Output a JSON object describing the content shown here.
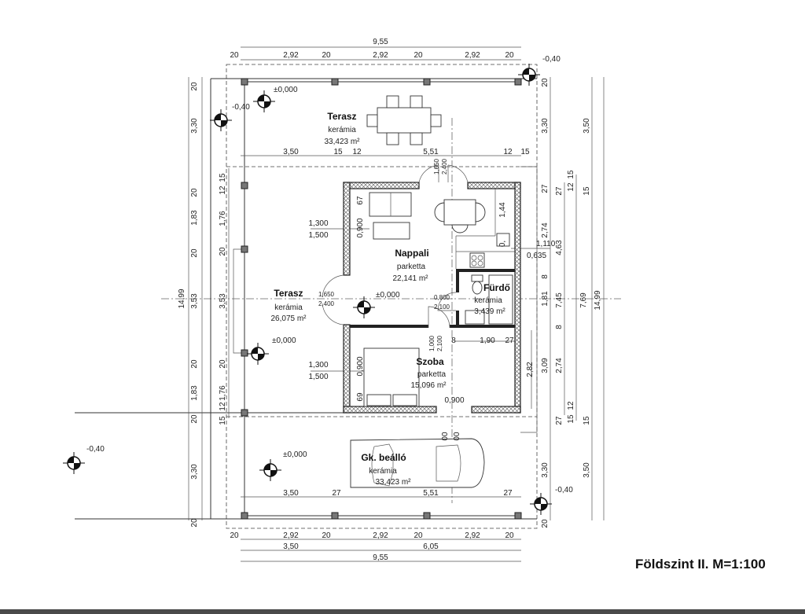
{
  "title": "Földszint II. M=1:100",
  "levels": {
    "zero": "±0,000",
    "minus": "-0,40"
  },
  "rooms": {
    "terasz_top": {
      "name": "Terasz",
      "floor": "kerámia",
      "area": "33,423 m²"
    },
    "terasz_left": {
      "name": "Terasz",
      "floor": "kerámia",
      "area": "26,075 m²"
    },
    "nappali": {
      "name": "Nappali",
      "floor": "parketta",
      "area": "22,141 m²"
    },
    "furdo": {
      "name": "Fürdő",
      "floor": "kerámia",
      "area": "3,439 m²"
    },
    "szoba": {
      "name": "Szoba",
      "floor": "parketta",
      "area": "15,096 m²"
    },
    "carport": {
      "name": "Gk. beálló",
      "floor": "kerámia",
      "area": "33,423 m²"
    }
  },
  "dims": {
    "top": {
      "total": "9,55",
      "chain": [
        "20",
        "2,92",
        "20",
        "2,92",
        "20",
        "2,92",
        "20"
      ],
      "terrace_row": [
        "3,50",
        "15",
        "12",
        "5,51",
        "12",
        "15"
      ]
    },
    "bottom": {
      "chain": [
        "20",
        "2,92",
        "20",
        "2,92",
        "20",
        "2,92",
        "20"
      ],
      "split": [
        "3,50",
        "6,05"
      ],
      "total": "9,55",
      "carport_row": [
        "3,50",
        "27",
        "5,51",
        "27"
      ]
    },
    "left": {
      "total": "14,99",
      "outer_chain": [
        "20",
        "3,30",
        "20",
        "1,83",
        "20",
        "3,53",
        "20",
        "1,83",
        "20",
        "3,30",
        "20"
      ],
      "inner_chain": [
        "15",
        "12",
        "1,76",
        "20",
        "3,53",
        "20",
        "1,76",
        "12",
        "15"
      ]
    },
    "right": {
      "chain_a": [
        "20",
        "3,30",
        "27",
        "2,74",
        "8",
        "1,81",
        "3,09",
        "3,30",
        "20"
      ],
      "chain_b": [
        "27",
        "4,63",
        "7,45",
        "8",
        "2,74",
        "27"
      ],
      "chain_c": [
        "15",
        "12",
        "7,69",
        "12",
        "15"
      ],
      "chain_d": [
        "3,50",
        "15",
        "15",
        "3,50"
      ],
      "total": "14,99"
    },
    "interior": {
      "sofa_depth": "67",
      "window_sill": "0,900",
      "kitchen_len": "1,44",
      "kitchen_small": "0,",
      "sink_h1": "1,110",
      "sink_h2": "0,635",
      "wall8": "8",
      "bath_w": "1,90",
      "wall27": "27",
      "szoba_side": "2,82",
      "szoba_door": "0,900",
      "bed_depth": "69",
      "door_w": "1,000",
      "door_h": "2,100",
      "cut": "00"
    }
  },
  "openings": {
    "window": [
      "1,300",
      "1,500"
    ],
    "entry_door": [
      "1,650",
      "2,400"
    ],
    "top_door": [
      "1,650",
      "2,400"
    ],
    "bath_door": [
      "0,800",
      "2,100"
    ]
  }
}
